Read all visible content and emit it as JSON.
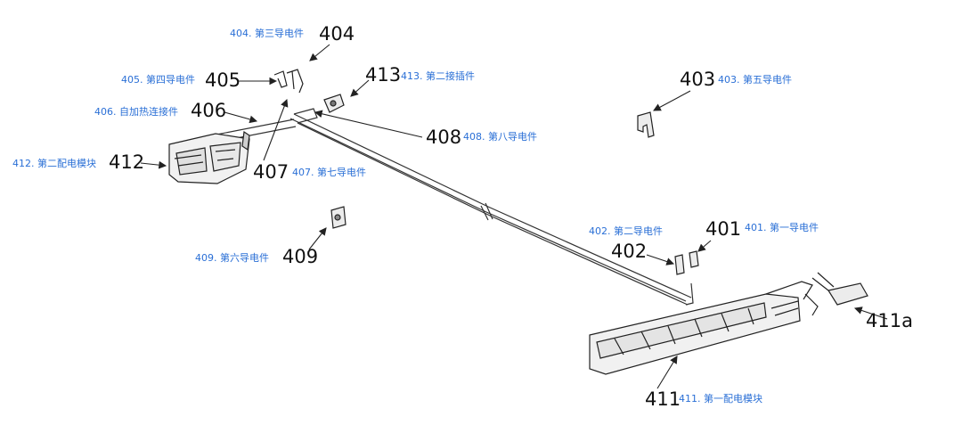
{
  "colors": {
    "label_text": "#2a6fd6",
    "number_text": "#111111",
    "line": "#222222"
  },
  "labels": [
    {
      "id": "404",
      "number": "404",
      "text": "404. 第三导电件"
    },
    {
      "id": "405",
      "number": "405",
      "text": "405. 第四导电件"
    },
    {
      "id": "413",
      "number": "413",
      "text": "413. 第二接插件"
    },
    {
      "id": "406",
      "number": "406",
      "text": "406. 自加热连接件"
    },
    {
      "id": "408",
      "number": "408",
      "text": "408. 第八导电件"
    },
    {
      "id": "412",
      "number": "412",
      "text": "412. 第二配电模块"
    },
    {
      "id": "407",
      "number": "407",
      "text": "407. 第七导电件"
    },
    {
      "id": "403",
      "number": "403",
      "text": "403. 第五导电件"
    },
    {
      "id": "409",
      "number": "409",
      "text": "409. 第六导电件"
    },
    {
      "id": "402",
      "number": "402",
      "text": "402. 第二导电件"
    },
    {
      "id": "401",
      "number": "401",
      "text": "401. 第一导电件"
    },
    {
      "id": "411a",
      "number": "411a",
      "text": ""
    },
    {
      "id": "411",
      "number": "411",
      "text": "411. 第一配电模块"
    }
  ]
}
